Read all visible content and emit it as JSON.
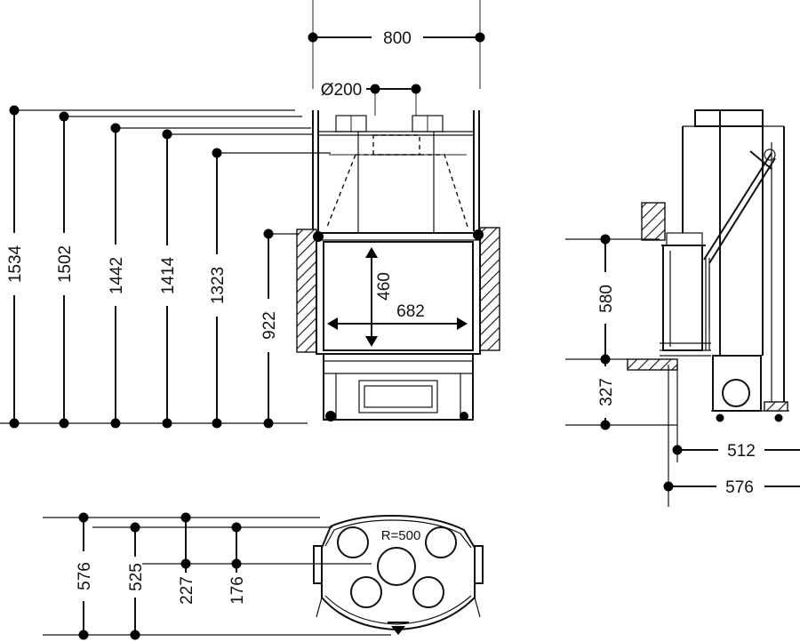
{
  "front_view": {
    "width": "800",
    "flue_diameter": "Ø200",
    "heights": [
      "1534",
      "1502",
      "1442",
      "1414",
      "1323"
    ],
    "base_height": "922",
    "opening_height": "460",
    "opening_width": "682"
  },
  "side_view": {
    "opening_height": "580",
    "floor_height": "327",
    "depth_inner": "512",
    "depth_outer": "576"
  },
  "plan_view": {
    "radius": "R=500",
    "depths": [
      "576",
      "525",
      "227",
      "176"
    ]
  }
}
